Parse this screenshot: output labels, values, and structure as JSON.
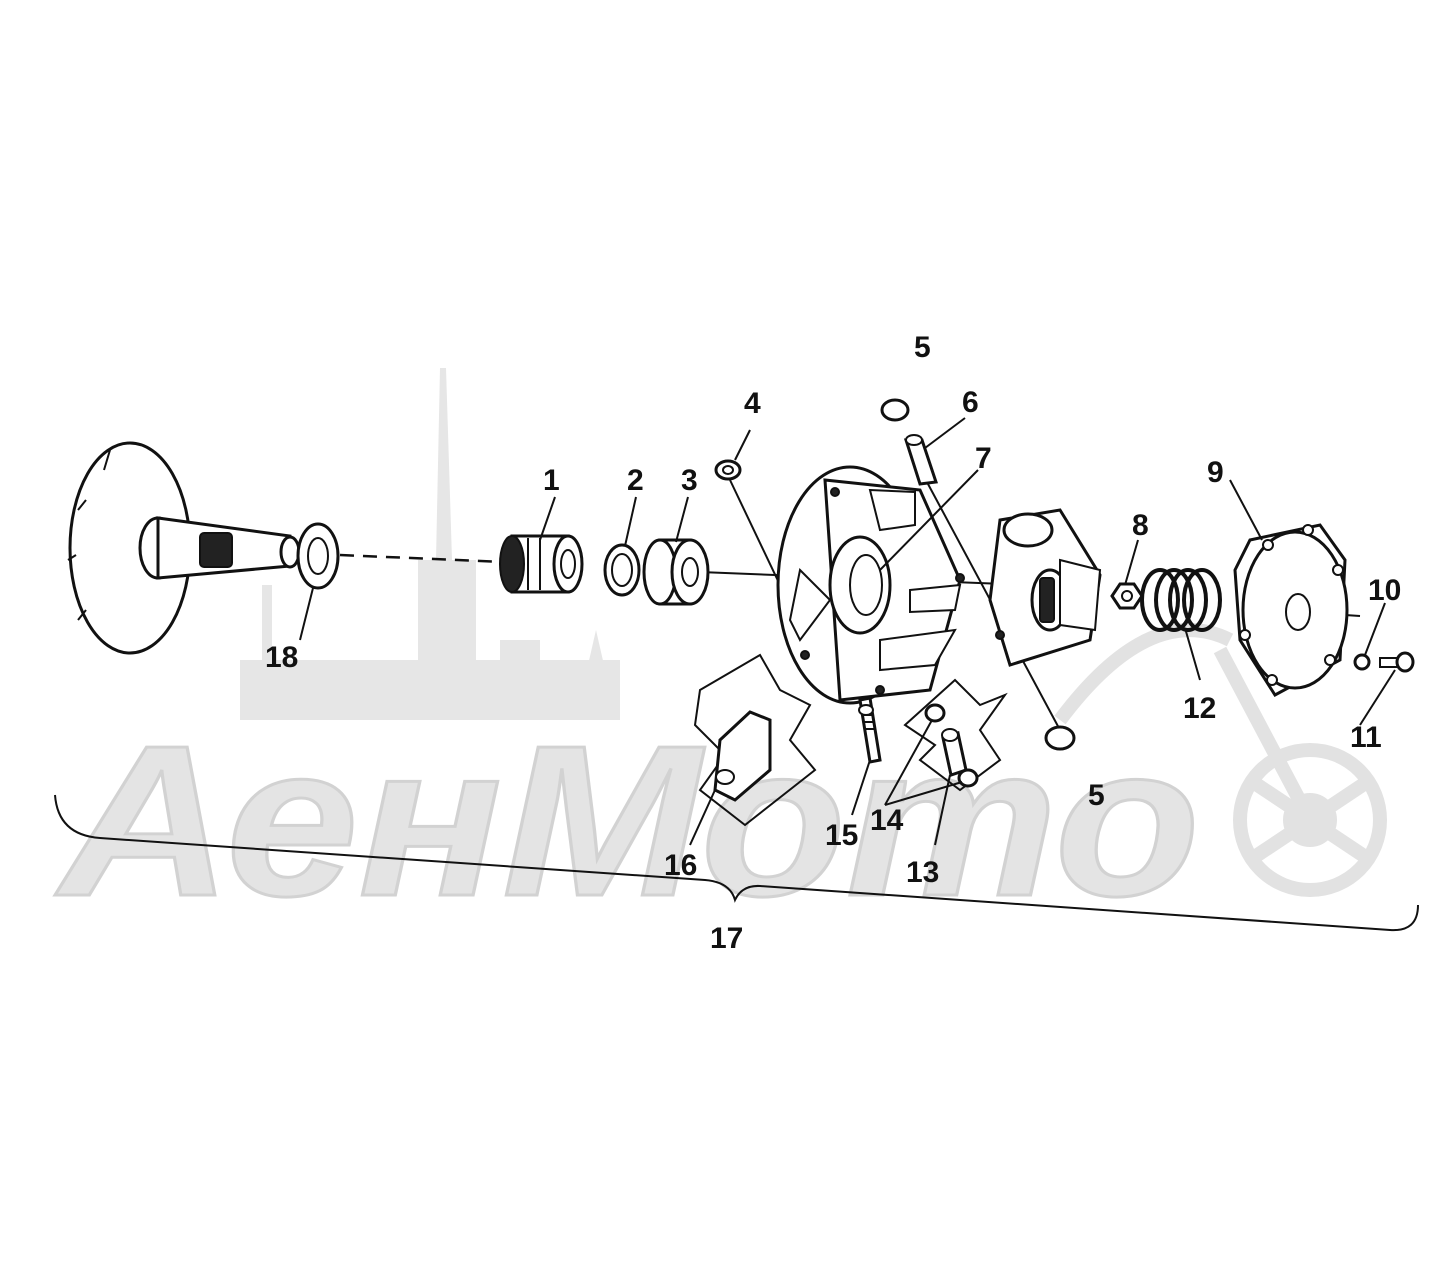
{
  "watermark": {
    "text": "АенМото"
  },
  "callouts": [
    {
      "id": "1",
      "label": "1"
    },
    {
      "id": "2",
      "label": "2"
    },
    {
      "id": "3",
      "label": "3"
    },
    {
      "id": "4",
      "label": "4"
    },
    {
      "id": "5a",
      "label": "5"
    },
    {
      "id": "5b",
      "label": "5"
    },
    {
      "id": "6",
      "label": "6"
    },
    {
      "id": "7",
      "label": "7"
    },
    {
      "id": "8",
      "label": "8"
    },
    {
      "id": "9",
      "label": "9"
    },
    {
      "id": "10",
      "label": "10"
    },
    {
      "id": "11",
      "label": "11"
    },
    {
      "id": "12",
      "label": "12"
    },
    {
      "id": "13",
      "label": "13"
    },
    {
      "id": "14",
      "label": "14"
    },
    {
      "id": "15",
      "label": "15"
    },
    {
      "id": "16",
      "label": "16"
    },
    {
      "id": "17",
      "label": "17"
    },
    {
      "id": "18",
      "label": "18"
    }
  ]
}
